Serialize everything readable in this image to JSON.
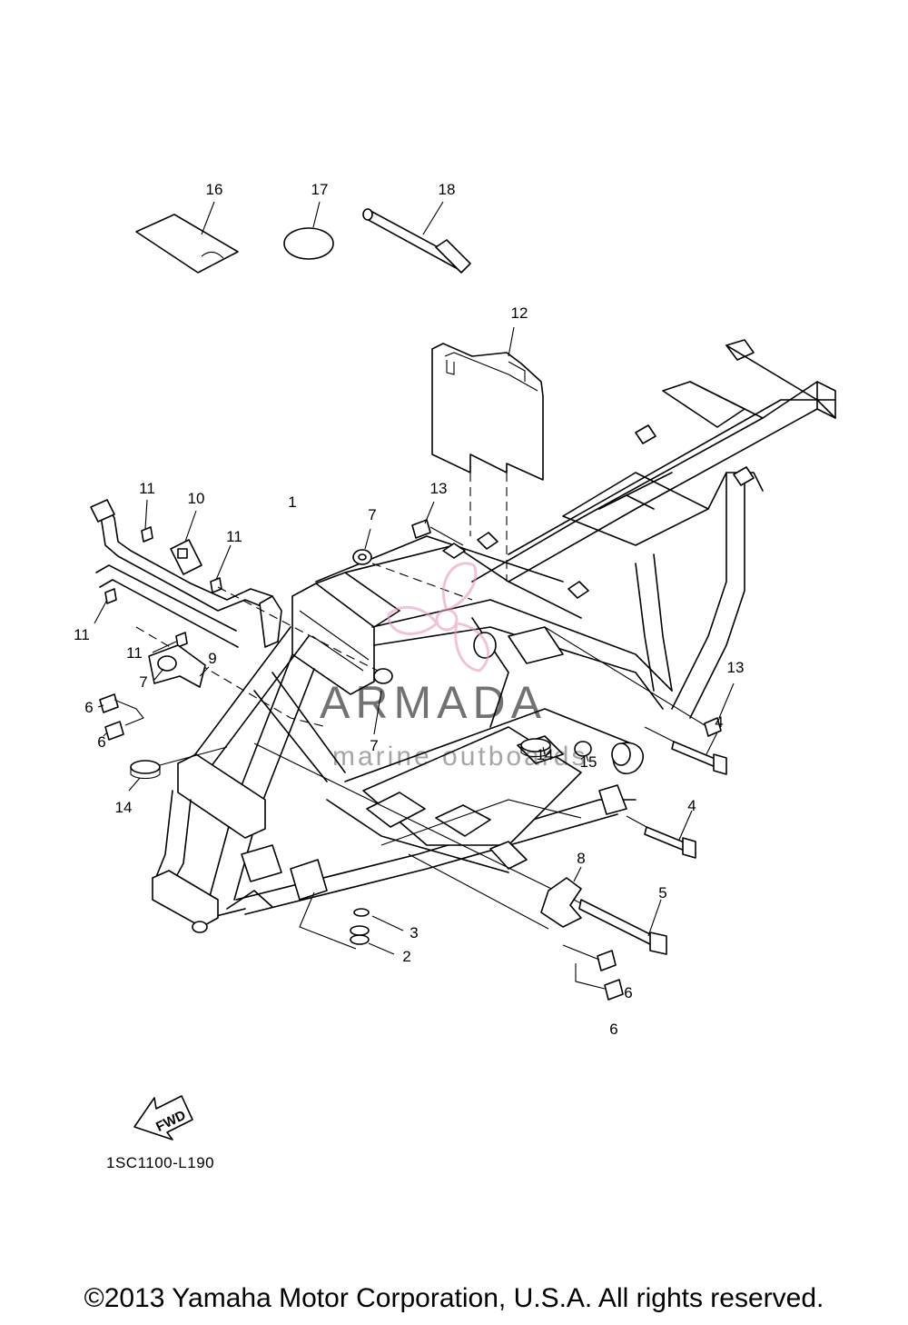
{
  "diagram": {
    "callouts": [
      "16",
      "17",
      "18",
      "12",
      "1",
      "7",
      "13",
      "11",
      "10",
      "11",
      "11",
      "11",
      "9",
      "7",
      "6",
      "6",
      "7",
      "14",
      "14",
      "15",
      "13",
      "4",
      "4",
      "8",
      "5",
      "3",
      "2",
      "6",
      "6"
    ],
    "fwd_label": "FWD",
    "code": "1SC1100-L190",
    "copyright": "©2013 Yamaha Motor Corporation, U.S.A. All rights reserved."
  },
  "watermark": {
    "title": "ARMADA",
    "subtitle": "marine outboards",
    "accent_color": "#e89ac0"
  }
}
